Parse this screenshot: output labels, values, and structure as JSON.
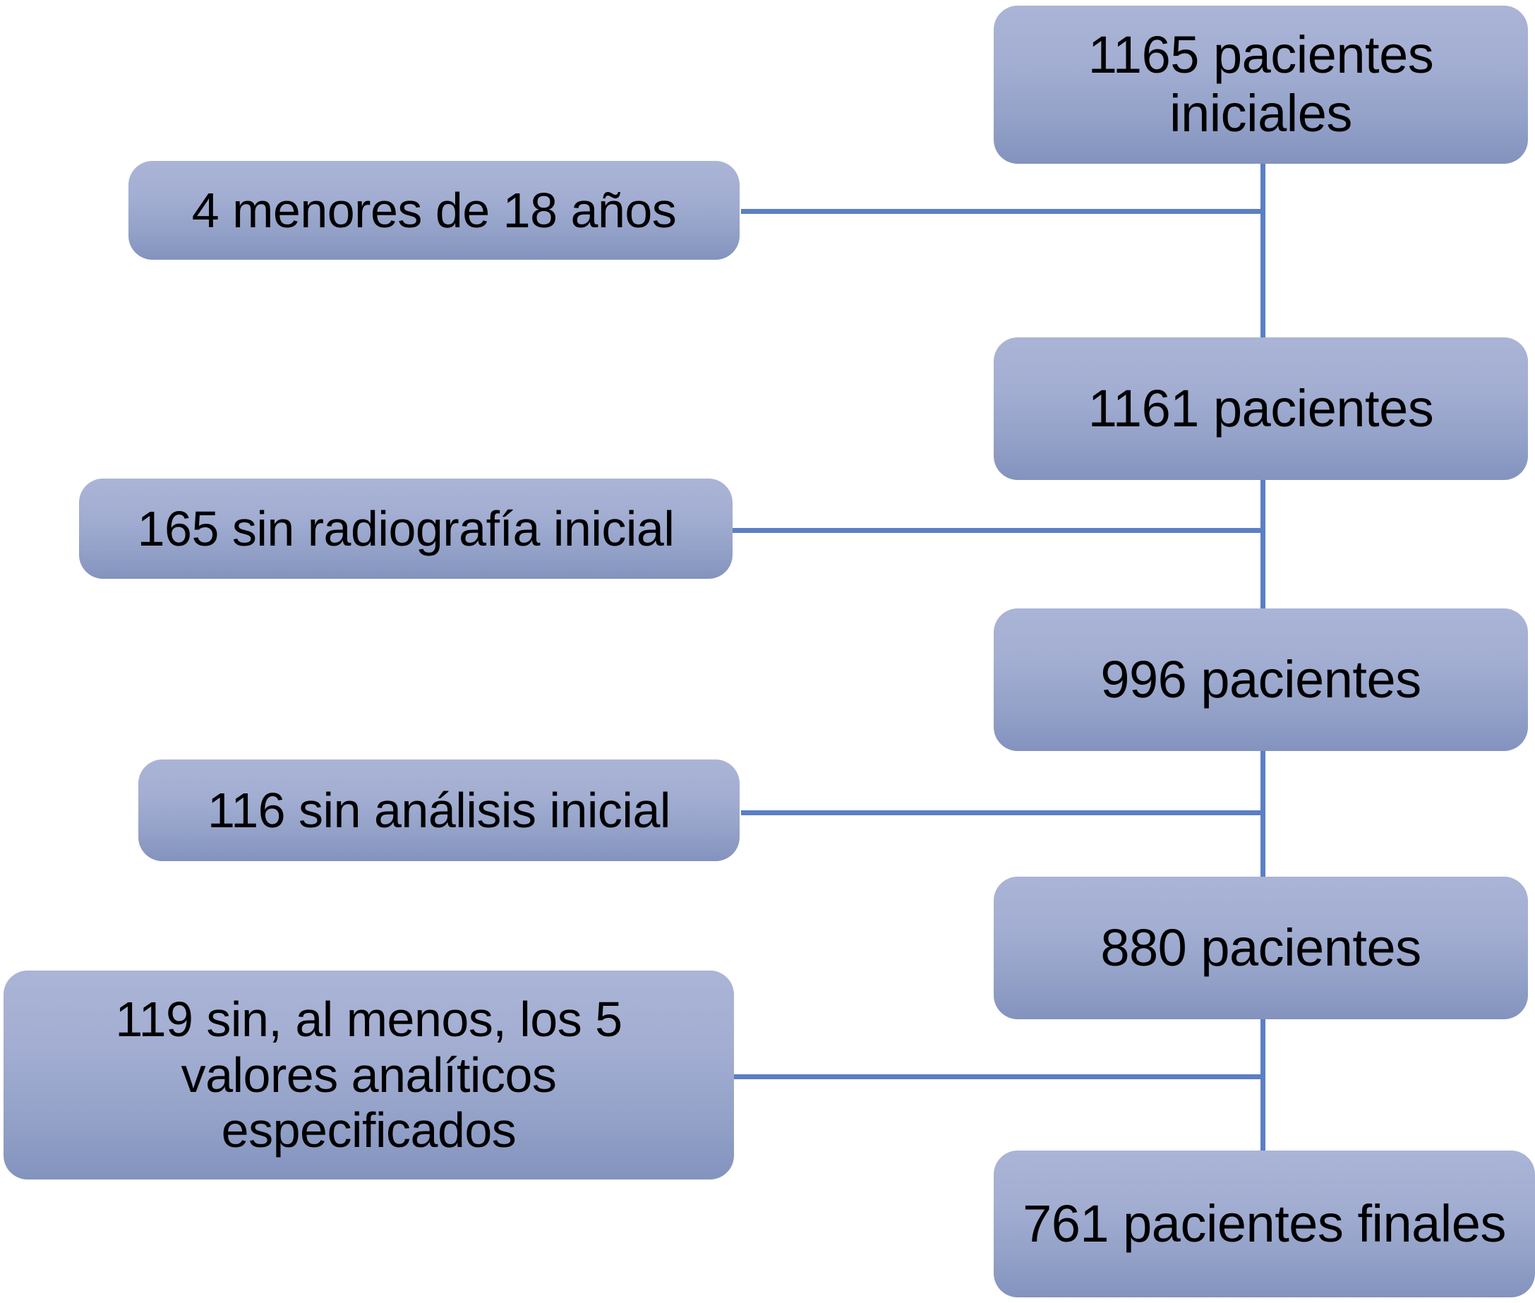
{
  "diagram": {
    "type": "patient-flow-chart",
    "language": "es",
    "colors": {
      "box_gradient_top": "#aab4d6",
      "box_gradient_bottom": "#8393be",
      "connector_line": "#5b7fc4",
      "text": "#000000",
      "background": "#ffffff"
    },
    "main_flow": [
      {
        "id": "n1",
        "text": "1165 pacientes\niniciales",
        "count": 1165
      },
      {
        "id": "n2",
        "text": "1161 pacientes",
        "count": 1161
      },
      {
        "id": "n3",
        "text": "996 pacientes",
        "count": 996
      },
      {
        "id": "n4",
        "text": "880 pacientes",
        "count": 880
      },
      {
        "id": "n5",
        "text": "761 pacientes finales",
        "count": 761
      }
    ],
    "exclusions": [
      {
        "id": "e1",
        "text": "4 menores de 18 años",
        "count": 4
      },
      {
        "id": "e2",
        "text": "165 sin radiografía inicial",
        "count": 165
      },
      {
        "id": "e3",
        "text": "116 sin análisis inicial",
        "count": 116
      },
      {
        "id": "e4",
        "text": "119 sin, al menos, los 5\nvalores analíticos\nespecificados",
        "count": 119
      }
    ]
  }
}
